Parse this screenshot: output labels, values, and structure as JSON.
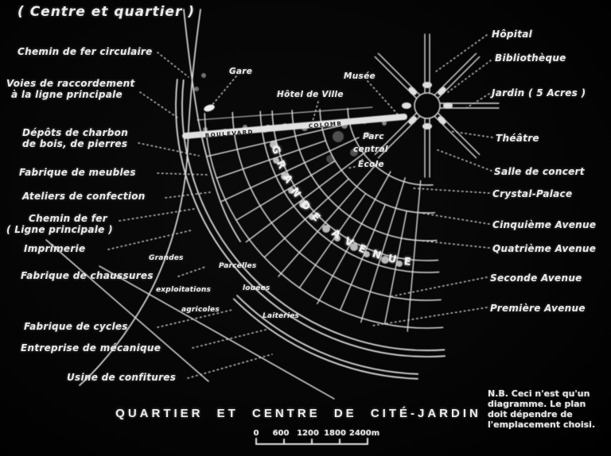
{
  "header": {
    "title": "( Centre et quartier )"
  },
  "left_labels": [
    {
      "id": "chemin-fer-circulaire",
      "lines": [
        "Chemin de fer circulaire"
      ]
    },
    {
      "id": "voies-raccordement",
      "lines": [
        "Voies de raccordement",
        "à la ligne principale"
      ]
    },
    {
      "id": "depots-charbon",
      "lines": [
        "Dépôts de charbon",
        "de bois, de pierres"
      ]
    },
    {
      "id": "fabrique-meubles",
      "lines": [
        "Fabrique de meubles"
      ]
    },
    {
      "id": "ateliers-confection",
      "lines": [
        "Ateliers de confection"
      ]
    },
    {
      "id": "chemin-fer-principale",
      "lines": [
        "Chemin de fer",
        "( Ligne principale )"
      ]
    },
    {
      "id": "imprimerie",
      "lines": [
        "Imprimerie"
      ]
    },
    {
      "id": "fabrique-chaussures",
      "lines": [
        "Fabrique de chaussures"
      ]
    },
    {
      "id": "fabrique-cycles",
      "lines": [
        "Fabrique de cycles"
      ]
    },
    {
      "id": "entreprise-mecanique",
      "lines": [
        "Entreprise de mécanique"
      ]
    },
    {
      "id": "usine-confitures",
      "lines": [
        "Usine de confitures"
      ]
    }
  ],
  "right_labels": [
    {
      "id": "hopital",
      "text": "Hôpital"
    },
    {
      "id": "bibliotheque",
      "text": "Bibliothèque"
    },
    {
      "id": "jardin",
      "text": "Jardin ( 5 Acres )"
    },
    {
      "id": "theatre",
      "text": "Théâtre"
    },
    {
      "id": "salle-de-concert",
      "text": "Salle de concert"
    },
    {
      "id": "crystal-palace",
      "text": "Crystal-Palace"
    },
    {
      "id": "cinquieme-avenue",
      "text": "Cinquième Avenue"
    },
    {
      "id": "quatrieme-avenue",
      "text": "Quatrième Avenue"
    },
    {
      "id": "seconde-avenue",
      "text": "Seconde Avenue"
    },
    {
      "id": "premiere-avenue",
      "text": "Première Avenue"
    }
  ],
  "map_labels": {
    "gare": "Gare",
    "hotel_de_ville": "Hôtel de Ville",
    "musee": "Musée",
    "parc_line1": "Parc",
    "parc_line2": "central",
    "ecole": "École",
    "grandes": "Grandes",
    "parcelles": "Parcelles",
    "exploitations": "exploitations",
    "louees": "louées",
    "agricoles": "agricoles",
    "laiteries": "Laiteries",
    "grande_avenue": "GRANDE AVENUE",
    "boulevard": "BOULEVARD",
    "colomb": "COLOMB"
  },
  "footer": {
    "title": "QUARTIER ET CENTRE DE CITÉ-JARDIN",
    "scale_ticks": [
      "0",
      "600",
      "1200",
      "1800",
      "2400m"
    ],
    "note_lines": [
      "N.B. Ceci n'est qu'un",
      "diagramme. Le plan",
      "doit dépendre de",
      "l'emplacement choisi."
    ]
  },
  "colors": {
    "background": "#050505",
    "ink": "#e9e9e9"
  }
}
